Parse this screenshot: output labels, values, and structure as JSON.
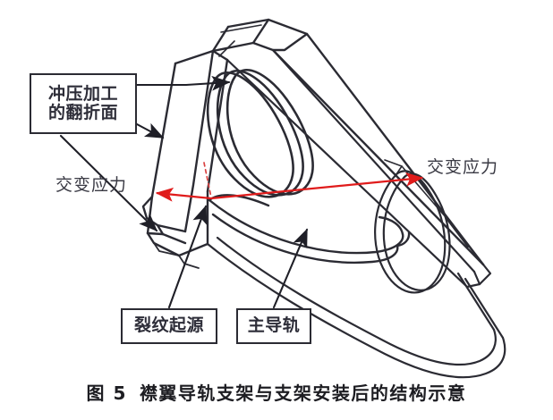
{
  "figure": {
    "caption_number": "图 5",
    "caption_text": "襟翼导轨支架与支架安装后的结构示意",
    "background_color": "#ffffff",
    "line_color": "#2b2b33",
    "accent_color": "#e01b1b",
    "text_color": "#2d2d38"
  },
  "callouts": [
    {
      "id": "stamped-fold",
      "line1": "冲压加工",
      "line2": "的翻折面",
      "boxed": true
    },
    {
      "id": "crack-origin",
      "line1": "裂纹起源",
      "boxed": true
    },
    {
      "id": "main-rail",
      "line1": "主导轨",
      "boxed": true
    }
  ],
  "annotations": {
    "stress_left": "交变应力",
    "stress_right": "交变应力"
  },
  "drawing": {
    "subject": "flap-track-bracket-assembly",
    "view": "isometric-line-drawing",
    "elements": [
      "main-rail-beam",
      "stamped-bracket-flange",
      "oval-lightening-hole",
      "curved-web-rib",
      "hook-tail-end",
      "crack-origin-marker"
    ]
  }
}
